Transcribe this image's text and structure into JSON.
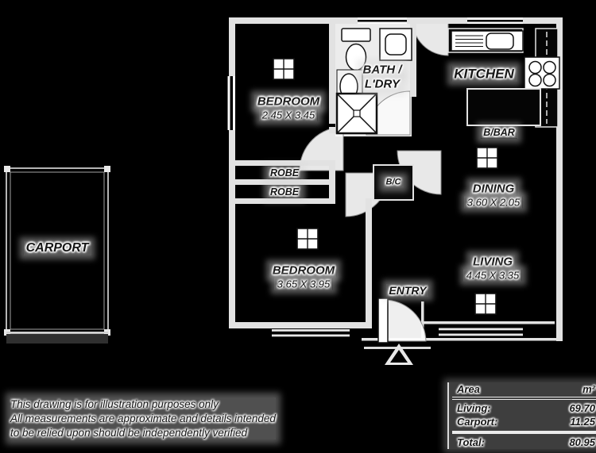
{
  "colors": {
    "background": "#000000",
    "wall": "#e2e2e2",
    "wall_bright": "#fafafa",
    "fixture_fill": "#ffffff",
    "fixture_line": "#111111",
    "label_text": "#161616",
    "slab_shade": "#2f2f2f"
  },
  "rooms": {
    "bedroom1": {
      "name": "BEDROOM",
      "dims": "2.45 X 3.45"
    },
    "bath": {
      "name_line1": "BATH /",
      "name_line2": "L'DRY"
    },
    "kitchen": {
      "name": "KITCHEN"
    },
    "breakfast_bar": {
      "name": "B/BAR"
    },
    "robe1": {
      "name": "ROBE"
    },
    "robe2": {
      "name": "ROBE"
    },
    "bc": {
      "name": "B/C"
    },
    "dining": {
      "name": "DINING",
      "dims": "3.60 X 2.05"
    },
    "living": {
      "name": "LIVING",
      "dims": "4.45 X 3.35"
    },
    "bedroom2": {
      "name": "BEDROOM",
      "dims": "3.65 X 3.95"
    },
    "entry": {
      "name": "ENTRY"
    },
    "carport": {
      "name": "CARPORT"
    }
  },
  "icons": [
    "window-pane-icon",
    "toilet-icon",
    "laundry-tub-icon",
    "basin-icon",
    "shower-icon",
    "kitchen-sink-icon",
    "cooktop-icon",
    "door-swing-arc",
    "entry-door-icon",
    "entry-arrow-icon"
  ],
  "area_table": {
    "header": {
      "label": "Area",
      "unit": "m²"
    },
    "rows": [
      {
        "label": "Living:",
        "value": "69.70"
      },
      {
        "label": "Carport:",
        "value": "11.25"
      },
      {
        "label": "Total:",
        "value": "80.95"
      }
    ]
  },
  "disclaimer": {
    "line1": "This drawing is for illustration purposes only",
    "line2": "All measurements are approximate and details intended",
    "line3": "to be relied upon should be independently verified"
  }
}
